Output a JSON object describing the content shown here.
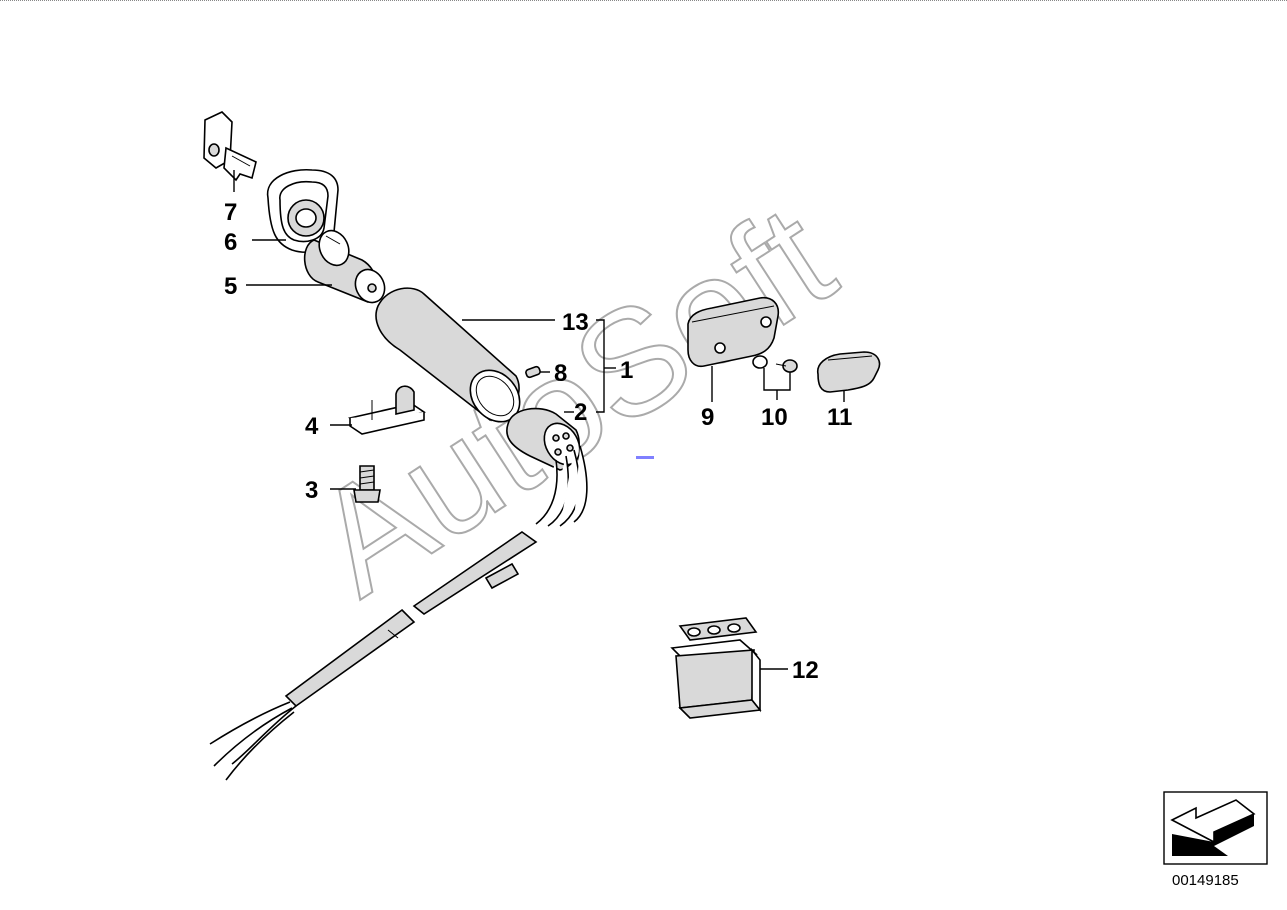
{
  "watermark": "AutoSoft",
  "diagram_id": "00149185",
  "callouts": [
    {
      "id": "7",
      "label": "7"
    },
    {
      "id": "6",
      "label": "6"
    },
    {
      "id": "5",
      "label": "5"
    },
    {
      "id": "13",
      "label": "13"
    },
    {
      "id": "8",
      "label": "8"
    },
    {
      "id": "1",
      "label": "1"
    },
    {
      "id": "2",
      "label": "2"
    },
    {
      "id": "4",
      "label": "4"
    },
    {
      "id": "3",
      "label": "3"
    },
    {
      "id": "9",
      "label": "9"
    },
    {
      "id": "10",
      "label": "10"
    },
    {
      "id": "11",
      "label": "11"
    },
    {
      "id": "12",
      "label": "12"
    }
  ],
  "icons": {
    "nav_arrow": "arrow-down-left-icon"
  }
}
